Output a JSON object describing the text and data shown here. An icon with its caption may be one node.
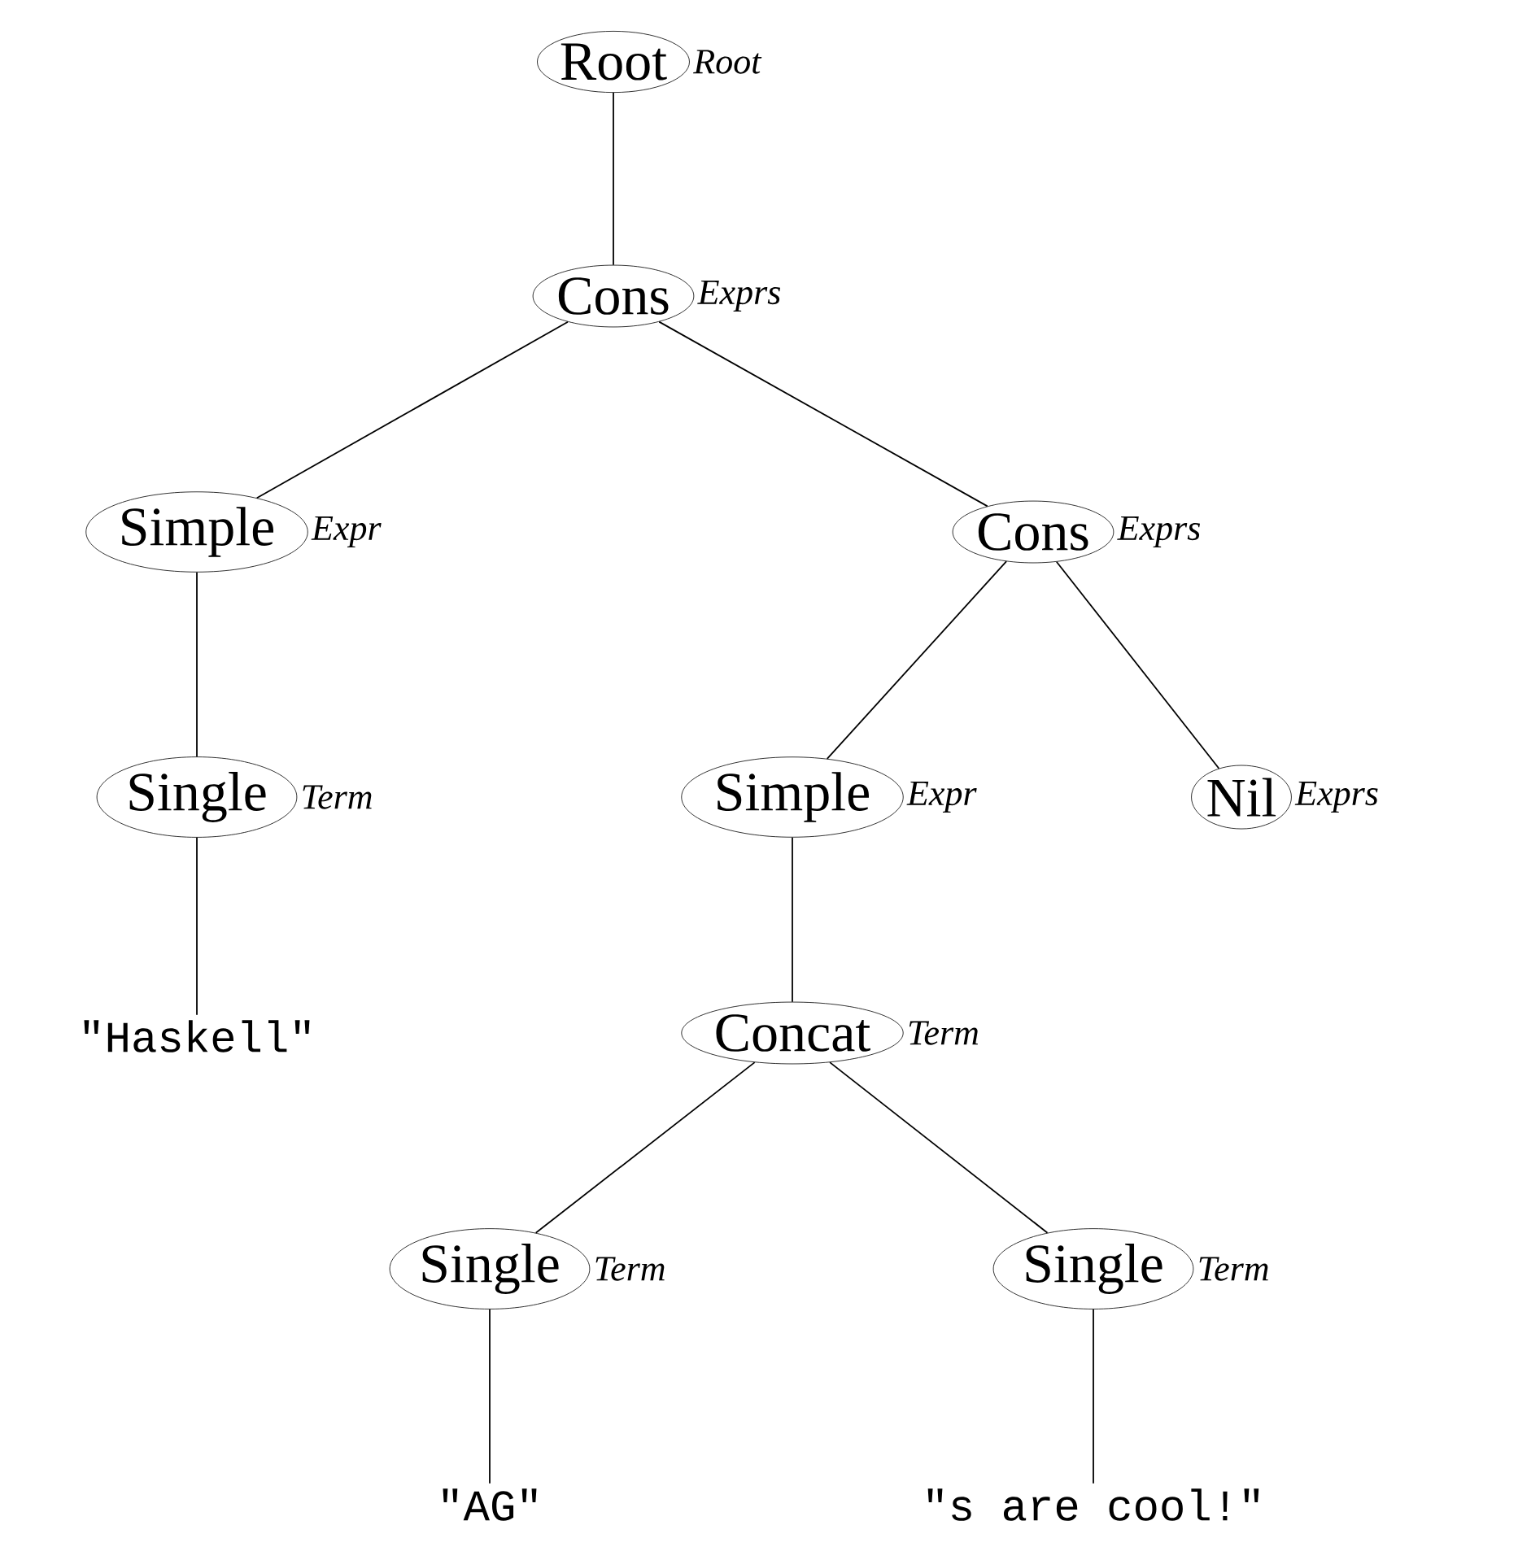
{
  "diagram": {
    "nodes": [
      {
        "text": [
          "Root"
        ],
        "beside": [
          "Root"
        ]
      },
      {
        "text": [
          "Cons"
        ],
        "beside": [
          "Exprs"
        ]
      },
      {
        "text": [
          "Simple"
        ],
        "beside": [
          "Expr"
        ]
      },
      {
        "text": [
          "Cons"
        ],
        "beside": [
          "Exprs"
        ]
      },
      {
        "text": [
          "Single"
        ],
        "beside": [
          "Term"
        ]
      },
      {
        "text": [
          "\"Haskell\""
        ]
      },
      {
        "text": [
          "Simple"
        ],
        "beside": [
          "Expr"
        ]
      },
      {
        "text": [
          "Nil"
        ],
        "beside": [
          "Exprs"
        ]
      },
      {
        "text": [
          "Concat"
        ],
        "beside": [
          "Term"
        ]
      },
      {
        "text": [
          "Single"
        ],
        "beside": [
          "Term"
        ]
      },
      {
        "text": [
          "\"AG\""
        ]
      },
      {
        "text": [
          "Single"
        ],
        "beside": [
          "Term"
        ]
      },
      {
        "text": [
          "\"s are cool!\""
        ]
      }
    ],
    "edges": [
      {
        "from": 0,
        "to": 1,
        "arrow": "none"
      },
      {
        "from": 1,
        "to": 2,
        "arrow": "none"
      },
      {
        "from": 1,
        "to": 3,
        "arrow": "none"
      },
      {
        "from": 2,
        "to": 4,
        "arrow": "none"
      },
      {
        "from": 4,
        "to": 5,
        "arrow": "none"
      },
      {
        "from": 3,
        "to": 6,
        "arrow": "none"
      },
      {
        "from": 3,
        "to": 7,
        "arrow": "none"
      },
      {
        "from": 6,
        "to": 8,
        "arrow": "none"
      },
      {
        "from": 8,
        "to": 9,
        "arrow": "none"
      },
      {
        "from": 8,
        "to": 11,
        "arrow": "none"
      },
      {
        "from": 9,
        "to": 10,
        "arrow": "none"
      },
      {
        "from": 11,
        "to": 12,
        "arrow": "none"
      }
    ]
  }
}
